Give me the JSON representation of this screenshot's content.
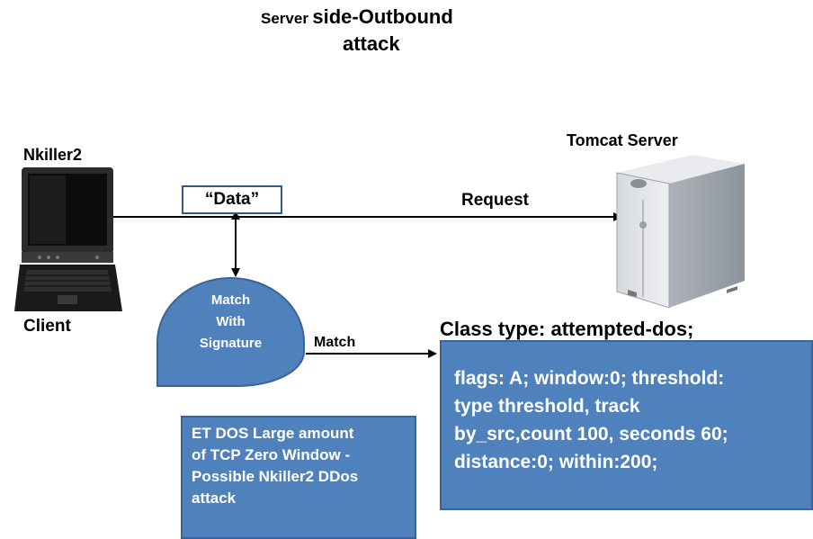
{
  "title": {
    "part1": "Server",
    "part2": "side-Outbound",
    "line2": "attack"
  },
  "client": {
    "name": "Nkiller2",
    "label": "Client"
  },
  "server": {
    "label": "Tomcat Server"
  },
  "data_label": "“Data”",
  "request_label": "Request",
  "signature": {
    "lines": [
      "Match",
      "With",
      "Signature"
    ]
  },
  "match_label": "Match",
  "class_type": "Class type: attempted-dos;",
  "rule_box": {
    "lines": [
      "flags: A; window:0; threshold:",
      "type threshold, track",
      "by_src,count 100, seconds 60;",
      "distance:0; within:200;"
    ]
  },
  "alert_box": {
    "lines": [
      "ET DOS Large amount",
      "of TCP Zero Window -",
      "Possible Nkiller2 DDos",
      "attack"
    ]
  },
  "colors": {
    "box_fill": "#4f81bd",
    "box_border": "#3a6493",
    "data_border": "#2e5b8a"
  },
  "icons": [
    "laptop-icon",
    "server-tower-icon"
  ]
}
